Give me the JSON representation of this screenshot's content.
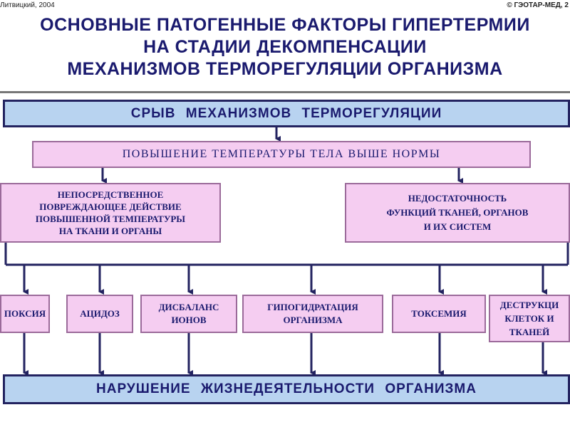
{
  "header": {
    "left": "Литвицкий, 2004",
    "right": "© ГЭОТАР-МЕД, 2"
  },
  "title": {
    "line1": "ОСНОВНЫЕ ПАТОГЕННЫЕ ФАКТОРЫ ГИПЕРТЕРМИИ",
    "line2": "НА СТАДИИ ДЕКОМПЕНСАЦИИ",
    "line3": "МЕХАНИЗМОВ ТЕРМОРЕГУЛЯЦИИ ОРГАНИЗМА"
  },
  "top_box": "СРЫВ МЕХАНИЗМОВ ТЕРМОРЕГУЛЯЦИИ",
  "temp_box": "ПОВЫШЕНИЕ ТЕМПЕРАТУРЫ ТЕЛА ВЫШЕ НОРМЫ",
  "left_cause": {
    "line1": "НЕПОСРЕДСТВЕННОЕ",
    "line2": "ПОВРЕЖДАЮЩЕЕ ДЕЙСТВИЕ",
    "line3": "ПОВЫШЕННОЙ ТЕМПЕРАТУРЫ",
    "line4": "НА ТКАНИ И ОРГАНЫ"
  },
  "right_cause": {
    "line1": "НЕДОСТАТОЧНОСТЬ",
    "line2": "ФУНКЦИЙ ТКАНЕЙ, ОРГАНОВ",
    "line3": "И ИХ СИСТЕМ"
  },
  "factors": {
    "hypoxia": "ПОКСИЯ",
    "acidosis": "АЦИДОЗ",
    "ion_imbalance": {
      "line1": "ДИСБАЛАНС",
      "line2": "ИОНОВ"
    },
    "hypohydration": {
      "line1": "ГИПОГИДРАТАЦИЯ",
      "line2": "ОРГАНИЗМА"
    },
    "toxemia": "ТОКСЕМИЯ",
    "destruction": {
      "line1": "ДЕСТРУКЦИ",
      "line2": "КЛЕТОК И",
      "line3": "ТКАНЕЙ"
    }
  },
  "bottom_box": "НАРУШЕНИЕ ЖИЗНЕДЕЯТЕЛЬНОСТИ ОРГАНИЗМА",
  "colors": {
    "title": "#1a1a6e",
    "pink_fill": "#f5cdf1",
    "blue_fill": "#b8d3f0",
    "connector": "#232360"
  }
}
